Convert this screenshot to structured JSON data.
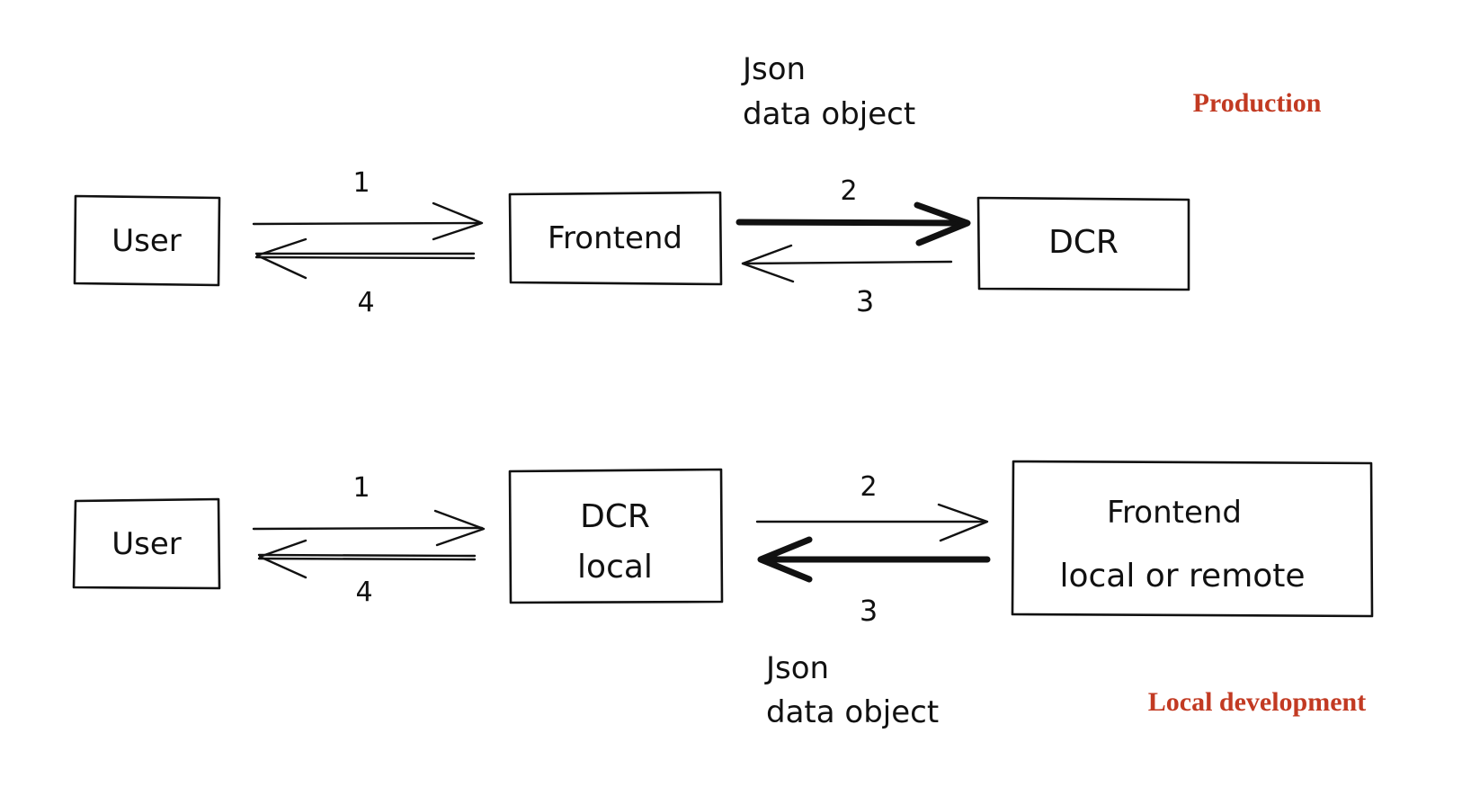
{
  "colors": {
    "ink": "#111111",
    "section_label": "#c23a22",
    "background": "#ffffff"
  },
  "production": {
    "section_label": "Production",
    "nodes": {
      "user": "User",
      "frontend": "Frontend",
      "dcr": "DCR"
    },
    "steps": {
      "step1": "1",
      "step2": "2",
      "step3": "3",
      "step4": "4"
    },
    "payload": {
      "line1": "Json",
      "line2": "data object"
    }
  },
  "local": {
    "section_label": "Local development",
    "nodes": {
      "user": "User",
      "dcr_line1": "DCR",
      "dcr_line2": "local",
      "frontend_line1": "Frontend",
      "frontend_line2": "local or remote"
    },
    "steps": {
      "step1": "1",
      "step2": "2",
      "step3": "3",
      "step4": "4"
    },
    "payload": {
      "line1": "Json",
      "line2": "data object"
    }
  }
}
